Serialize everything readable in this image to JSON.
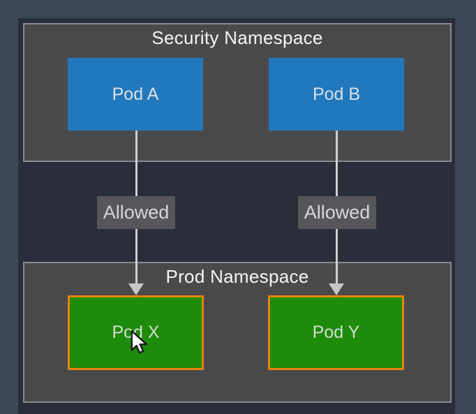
{
  "diagram": {
    "security_namespace": {
      "title": "Security Namespace",
      "pods": [
        {
          "label": "Pod A"
        },
        {
          "label": "Pod B"
        }
      ]
    },
    "prod_namespace": {
      "title": "Prod Namespace",
      "pods": [
        {
          "label": "Pod X"
        },
        {
          "label": "Pod Y"
        }
      ]
    },
    "connections": [
      {
        "label": "Allowed"
      },
      {
        "label": "Allowed"
      }
    ],
    "colors": {
      "page_background": "#3B4754",
      "panel_background": "#2A2E3B",
      "namespace_fill": "#4A4A4C",
      "namespace_border": "#8A8B93",
      "pod_blue": "#2278BC",
      "pod_green": "#1F8B0B",
      "pod_green_border": "#E8840D",
      "arrow": "#CFCFCF",
      "label_background": "#57575B",
      "title_text": "#F5F5F7"
    }
  }
}
